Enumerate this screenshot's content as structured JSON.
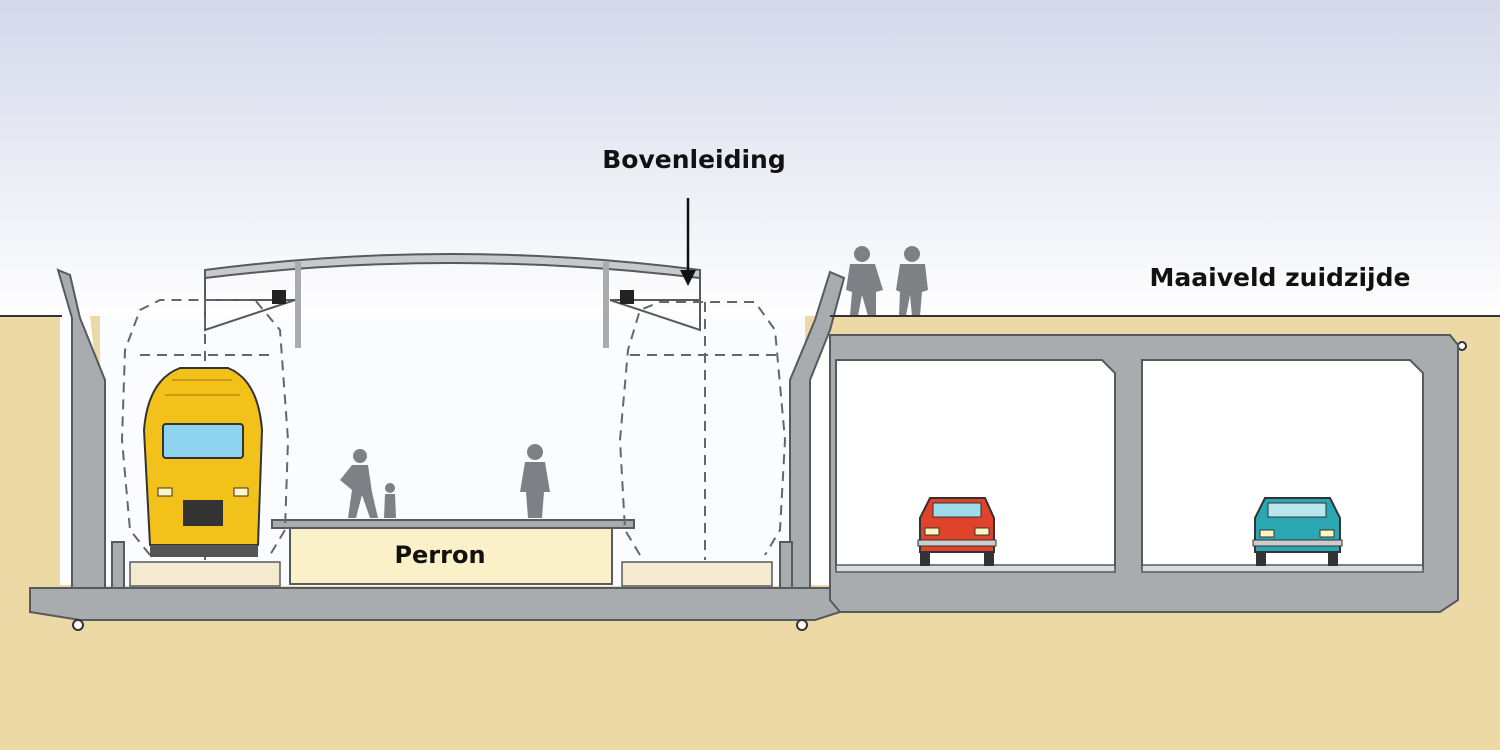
{
  "labels": {
    "overhead_wire": "Bovenleiding",
    "ground_level_south": "Maaiveld zuidzijde",
    "platform": "Perron"
  },
  "colors": {
    "sky_top": "#d4d8ea",
    "sky_bottom": "#ffffff",
    "soil": "#ecd9a6",
    "concrete": "#a9acaf",
    "concrete_outline": "#555a5e",
    "platform_fill": "#fbf1c8",
    "train_yellow": "#f2c21b",
    "silhouette": "#7d8185",
    "car_red": "#e0432a",
    "car_teal": "#2ba6b3"
  }
}
